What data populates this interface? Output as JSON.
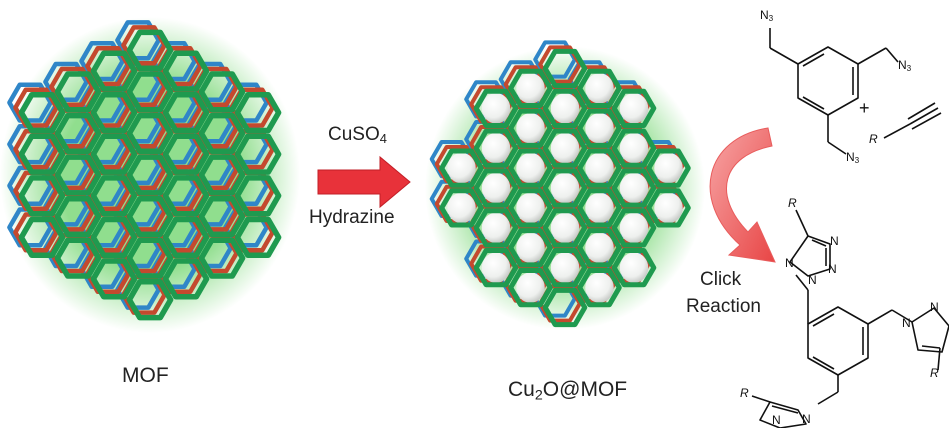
{
  "labels": {
    "mof": "MOF",
    "reagent_top": "CuSO",
    "reagent_top_sub": "4",
    "reagent_bottom": "Hydrazine",
    "product_pre": "Cu",
    "product_sub": "2",
    "product_post": "O@MOF",
    "click_line1": "Click",
    "click_line2": "Reaction"
  },
  "chemistry": {
    "n3": "N",
    "n3_sub": "3",
    "plus": "+",
    "r": "R",
    "n": "N"
  },
  "colors": {
    "framework_green": "#1f9a4f",
    "framework_red": "#c4492e",
    "framework_blue": "#2f86c8",
    "glow_green": "#7dd87a",
    "arrow_red": "#e8323a",
    "curved_arrow": "#f06a6a"
  }
}
